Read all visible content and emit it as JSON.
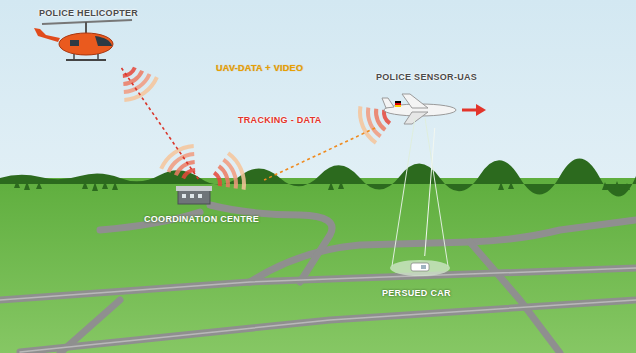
{
  "diagram": {
    "nodes": [
      {
        "text": [
          "POLICE HELICOPTER"
        ]
      },
      {
        "text": [
          "POLICE SENSOR-UAS"
        ]
      },
      {
        "text": [
          "COORDINATION CENTRE"
        ]
      },
      {
        "text": [
          "PERSUED CAR"
        ]
      }
    ],
    "edges": [
      {
        "from": 0,
        "to": 2,
        "label": "UAV-DATA + VIDEO",
        "arrow": "none"
      },
      {
        "from": 1,
        "to": 2,
        "label": "TRACKING - DATA",
        "arrow": "none"
      },
      {
        "from": 1,
        "to": 3,
        "arrow": "none"
      }
    ]
  }
}
